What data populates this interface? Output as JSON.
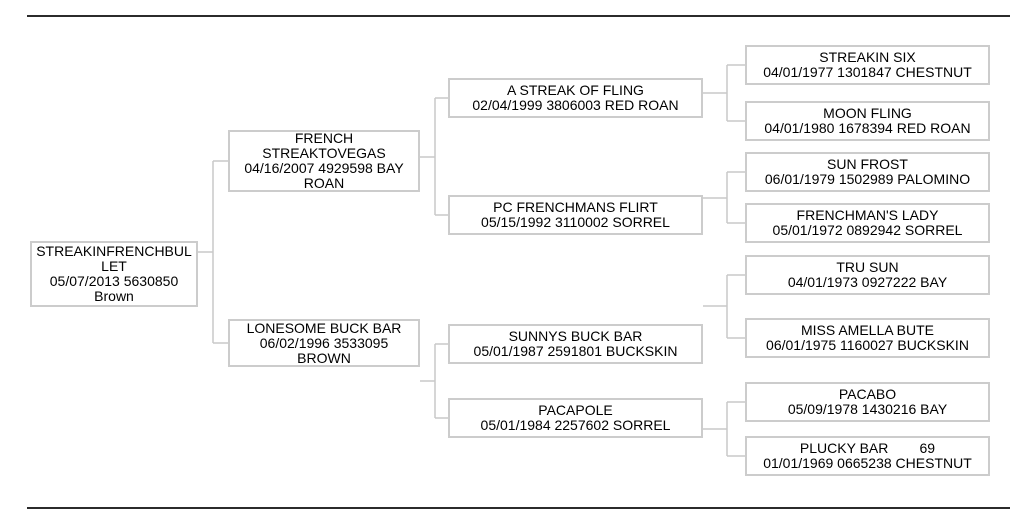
{
  "pedigree": {
    "subject": {
      "name": "STREAKINFRENCHBULLET",
      "info": "05/07/2013 5630850 Brown"
    },
    "gen2": [
      {
        "role": "sire",
        "name": "FRENCH STREAKTOVEGAS",
        "info": "04/16/2007 4929598 BAY ROAN"
      },
      {
        "role": "dam",
        "name": "LONESOME BUCK BAR",
        "info": "06/02/1996 3533095 BROWN"
      }
    ],
    "gen3": [
      {
        "role": "sire-sire",
        "name": "A STREAK OF FLING",
        "info": "02/04/1999 3806003 RED ROAN"
      },
      {
        "role": "sire-dam",
        "name": "PC FRENCHMANS FLIRT",
        "info": "05/15/1992 3110002 SORREL"
      },
      {
        "role": "dam-sire",
        "name": "SUNNYS BUCK BAR",
        "info": "05/01/1987 2591801 BUCKSKIN"
      },
      {
        "role": "dam-dam",
        "name": "PACAPOLE",
        "info": "05/01/1984 2257602 SORREL"
      }
    ],
    "gen4": [
      {
        "role": "sire-sire-sire",
        "name": "STREAKIN SIX",
        "info": "04/01/1977 1301847 CHESTNUT"
      },
      {
        "role": "sire-sire-dam",
        "name": "MOON FLING",
        "info": "04/01/1980 1678394 RED ROAN"
      },
      {
        "role": "sire-dam-sire",
        "name": "SUN FROST",
        "info": "06/01/1979 1502989 PALOMINO"
      },
      {
        "role": "sire-dam-dam",
        "name": "FRENCHMAN'S LADY",
        "info": "05/01/1972 0892942 SORREL"
      },
      {
        "role": "dam-sire-sire",
        "name": "TRU SUN",
        "info": "04/01/1973 0927222 BAY"
      },
      {
        "role": "dam-sire-dam",
        "name": "MISS AMELLA BUTE",
        "info": "06/01/1975 1160027 BUCKSKIN"
      },
      {
        "role": "dam-dam-sire",
        "name": "PACABO",
        "info": "05/09/1978 1430216 BAY"
      },
      {
        "role": "dam-dam-dam",
        "name": "PLUCKY BAR        69",
        "info": "01/01/1969 0665238 CHESTNUT"
      }
    ]
  },
  "colors": {
    "background": "#ffffff",
    "text": "#000000",
    "box_border": "#cccccc",
    "connector_line": "#c9c9c9",
    "horizontal_rule": "#2b2b2b"
  }
}
